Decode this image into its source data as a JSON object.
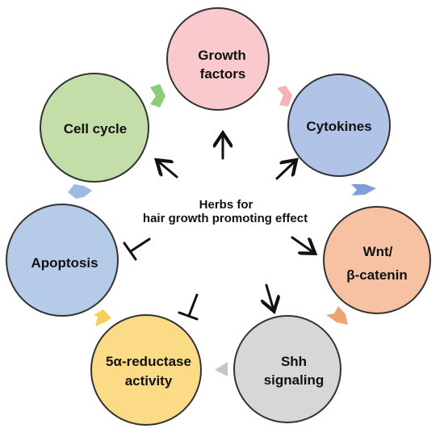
{
  "center": {
    "line1": "Herbs for",
    "line2": "hair growth promoting effect"
  },
  "nodes": {
    "growth_factors": {
      "line1": "Growth",
      "line2": "factors",
      "fill": "#f9c9cd",
      "stroke": "#3a3a3a"
    },
    "cytokines": {
      "line1": "Cytokines",
      "fill": "#b1c3e6",
      "stroke": "#3a3a3a"
    },
    "wnt": {
      "line1": "Wnt/",
      "line2": "β-catenin",
      "fill": "#f6c2a3",
      "stroke": "#3a3a3a"
    },
    "shh": {
      "line1": "Shh",
      "line2": "signaling",
      "fill": "#d7d7d7",
      "stroke": "#3a3a3a"
    },
    "reductase": {
      "line1": "5α-reductase",
      "line2": "activity",
      "fill": "#fbdb86",
      "stroke": "#3a3a3a"
    },
    "apoptosis": {
      "line1": "Apoptosis",
      "fill": "#b6cbe8",
      "stroke": "#3a3a3a"
    },
    "cell_cycle": {
      "line1": "Cell cycle",
      "fill": "#c4deaa",
      "stroke": "#3a3a3a"
    }
  },
  "connector_colors": {
    "green": "#8dcc78",
    "pink": "#f6b2b8",
    "blue": "#7f9fd8",
    "orange": "#f0a372",
    "gray": "#c6c6c6",
    "yellow": "#f8cf5a",
    "lightblue": "#9ebbe4"
  },
  "effects": {
    "growth_factors": "promote",
    "cytokines": "promote",
    "wnt": "promote",
    "shh": "promote",
    "reductase": "inhibit",
    "apoptosis": "inhibit",
    "cell_cycle": "promote"
  }
}
